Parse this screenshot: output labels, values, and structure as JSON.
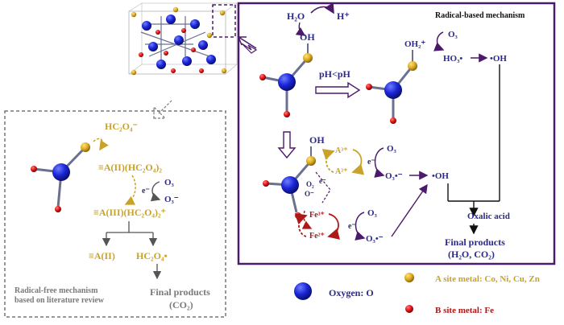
{
  "left": {
    "hc2o4": "HC₂O₄⁻",
    "complex1": "≡A(II)(HC₂O₄)₂",
    "o3": "O₃",
    "e": "e⁻",
    "o3_radical": "O₃⁻",
    "complex2": "≡A(III)(HC₂O₄)₂⁺",
    "a_ii": "≡A(II)",
    "hc2o4_radical": "HC₂O₄•",
    "final_products": "Final products",
    "final_co2": "(CO₂)",
    "title1": "Radical-free mechanism",
    "title2": "based on literature review"
  },
  "right": {
    "title": "Radical-based mechanism",
    "h2o": "H₂O",
    "h_plus": "H⁺",
    "oh": "OH",
    "ph_cond": "pH<pH",
    "oh2_plus": "OH₂⁺",
    "o3": "O₃",
    "ho3": "HO₃•",
    "oh_radical": "•OH",
    "o2": "O₂",
    "o_minus": "O⁻",
    "e": "e⁻",
    "a3": "A³⁺",
    "a2": "A²⁺",
    "o3_radical": "O₃•⁻",
    "fe3": "Fe³⁺",
    "fe2": "Fe²⁺",
    "oxalic_acid": "Oxalic acid",
    "final_products": "Final products",
    "final_detail": "(H₂O, CO₂)"
  },
  "legend": {
    "oxygen": "Oxygen: O",
    "a_site": "A site metal: Co, Ni, Cu, Zn",
    "b_site": "B site metal: Fe"
  },
  "colors": {
    "panel_border": "#4b1a6b",
    "gold_text": "#c9a227",
    "navy_text": "#2a2a8a",
    "red_text": "#b01818"
  }
}
